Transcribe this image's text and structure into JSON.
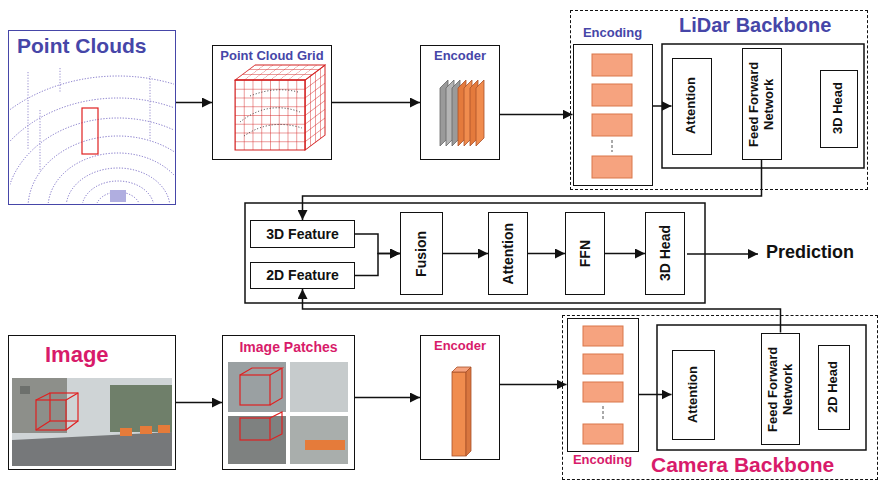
{
  "diagram": {
    "nodes": [
      {
        "text": [
          "Point Clouds"
        ]
      },
      {
        "text": [
          "Point Cloud Grid"
        ]
      },
      {
        "text": [
          "Encoder"
        ]
      },
      {
        "text": [
          "LiDar Backbone"
        ]
      },
      {
        "text": [
          "Encoding"
        ],
        "in": 3
      },
      {
        "text": [
          "Attention"
        ],
        "in": 3
      },
      {
        "text": [
          "Feed Forward Network"
        ],
        "in": 3
      },
      {
        "text": [
          "3D Head"
        ],
        "in": 3
      },
      {
        "text": [
          "3D Feature"
        ]
      },
      {
        "text": [
          "2D Feature"
        ]
      },
      {
        "text": [
          "Fusion"
        ]
      },
      {
        "text": [
          "Attention"
        ]
      },
      {
        "text": [
          "FFN"
        ]
      },
      {
        "text": [
          "3D Head"
        ]
      },
      {
        "text": [
          "Image"
        ]
      },
      {
        "text": [
          "Image Patches"
        ]
      },
      {
        "text": [
          "Encoder"
        ]
      },
      {
        "text": [
          "Camera Backbone"
        ]
      },
      {
        "text": [
          "Encoding"
        ],
        "in": 17
      },
      {
        "text": [
          "Attention"
        ],
        "in": 17
      },
      {
        "text": [
          "Feed Forward Network"
        ],
        "in": 17
      },
      {
        "text": [
          "2D Head"
        ],
        "in": 17
      }
    ],
    "edges": [
      {
        "from": 0,
        "to": 1,
        "arrow": "to"
      },
      {
        "from": 1,
        "to": 2,
        "arrow": "to"
      },
      {
        "from": 2,
        "to": 4,
        "arrow": "to"
      },
      {
        "from": 4,
        "to": 5,
        "arrow": "to"
      },
      {
        "from": 6,
        "to": 8,
        "arrow": "to"
      },
      {
        "from": 8,
        "to": 10,
        "arrow": "to"
      },
      {
        "from": 9,
        "to": 10,
        "arrow": "to"
      },
      {
        "from": 10,
        "to": 11,
        "arrow": "to"
      },
      {
        "from": 11,
        "to": 12,
        "arrow": "to"
      },
      {
        "from": 12,
        "to": 13,
        "arrow": "to"
      },
      {
        "from": 14,
        "to": 15,
        "arrow": "to"
      },
      {
        "from": 15,
        "to": 16,
        "arrow": "to"
      },
      {
        "from": 16,
        "to": 18,
        "arrow": "to"
      },
      {
        "from": 18,
        "to": 19,
        "arrow": "to"
      },
      {
        "from": 20,
        "to": 9,
        "arrow": "to"
      }
    ],
    "labels": [
      "Prediction"
    ]
  }
}
